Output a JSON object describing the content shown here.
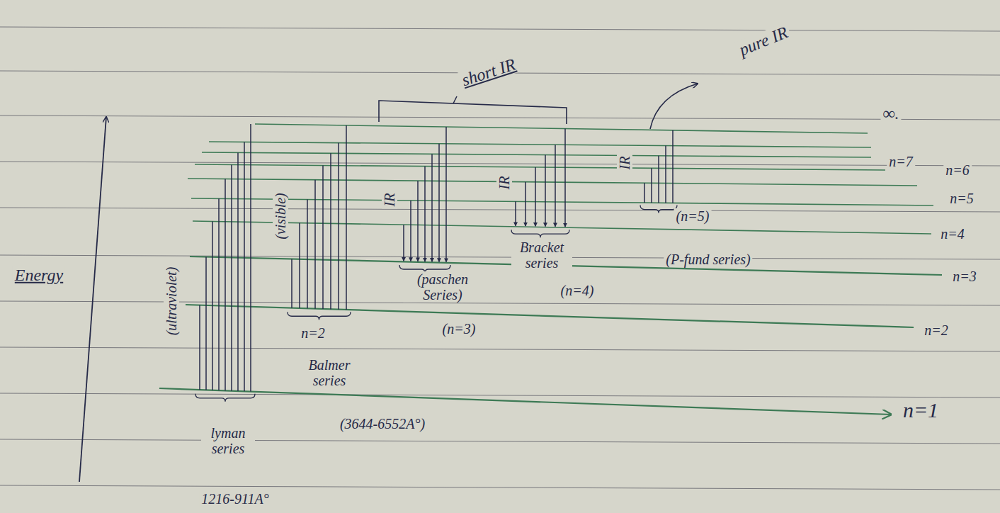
{
  "diagram": {
    "labels": [
      "pure IR",
      "short IR",
      "∞.",
      "IR",
      "IR",
      "IR",
      "n=7",
      "n=6",
      "(visible)",
      "n=5",
      "(n=5)",
      "(ultraviolet)",
      "n=4",
      "Bracket series",
      "(P-fund series)",
      "(paschen Series)",
      "Energy",
      "n=3",
      "(n=4)",
      "(n=3)",
      "n=2",
      "n=2",
      "Balmer series",
      "lyman series",
      "n=1",
      "(3644-6552A°)",
      "1216-911A°"
    ]
  }
}
